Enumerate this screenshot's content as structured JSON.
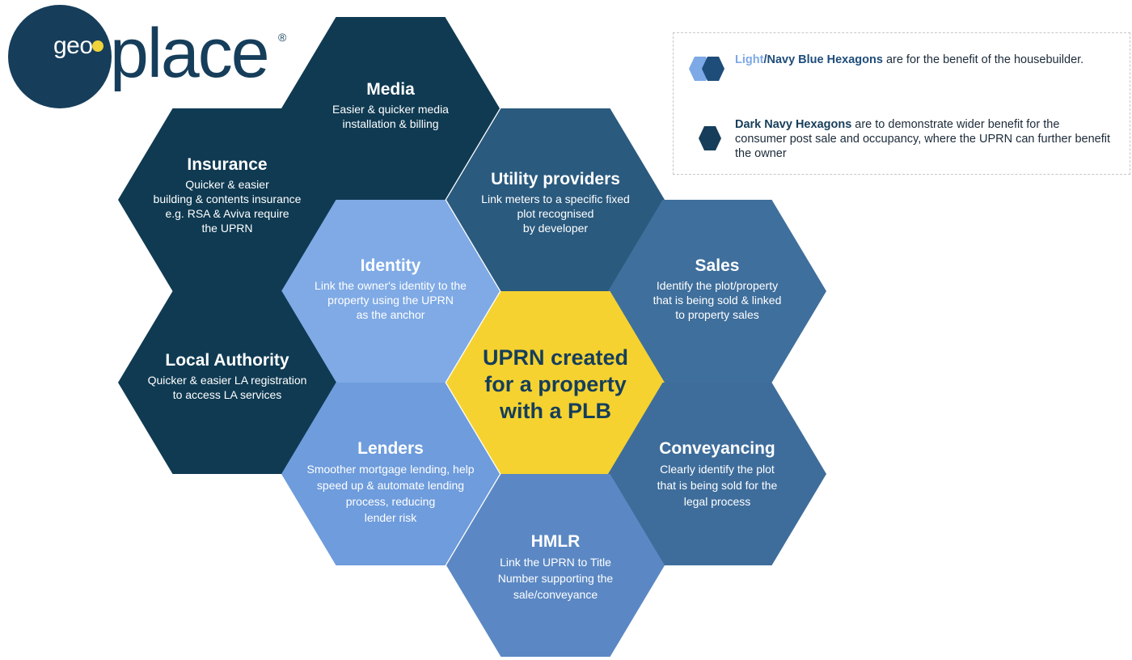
{
  "logo": {
    "geo": "geo",
    "place": "place",
    "reg": "®",
    "colors": {
      "navy": "#163e5b",
      "dot": "#f0d23a"
    }
  },
  "hexagons": [
    {
      "id": "media",
      "title": "Media",
      "desc": "Easier & quicker media\ninstallation & billing",
      "color": "#0f3a52"
    },
    {
      "id": "insurance",
      "title": "Insurance",
      "desc": "Quicker & easier\nbuilding & contents insurance\ne.g. RSA & Aviva require\nthe UPRN",
      "color": "#0f3a52"
    },
    {
      "id": "utility",
      "title": "Utility providers",
      "desc": "Link meters to a specific fixed\nplot recognised\nby developer",
      "color": "#2a5a7e"
    },
    {
      "id": "identity",
      "title": "Identity",
      "desc": "Link the owner's identity to the\nproperty using the UPRN\nas the anchor",
      "color": "#7faae5"
    },
    {
      "id": "sales",
      "title": "Sales",
      "desc": "Identify the plot/property\nthat is being sold & linked\nto property sales",
      "color": "#3f6f9c"
    },
    {
      "id": "local-authority",
      "title": "Local Authority",
      "desc": "Quicker & easier LA registration\nto access LA services",
      "color": "#0f3a52"
    },
    {
      "id": "uprn",
      "title": "UPRN created for a property with a PLB",
      "desc": "",
      "color": "#f5d22f"
    },
    {
      "id": "lenders",
      "title": "Lenders",
      "desc": "Smoother mortgage lending, help\nspeed up & automate lending\nprocess, reducing\nlender risk",
      "color": "#6e9cdc"
    },
    {
      "id": "conveyancing",
      "title": "Conveyancing",
      "desc": "Clearly identify the plot\nthat is being sold for the\nlegal process",
      "color": "#3e6d9b"
    },
    {
      "id": "hmlr",
      "title": "HMLR",
      "desc": "Link the UPRN to Title\nNumber supporting the\nsale/conveyance",
      "color": "#5b88c4"
    }
  ],
  "legend": {
    "row1": {
      "hl_light": "Light",
      "slash": "/",
      "hl_navy": "Navy Blue Hexagons",
      "text": " are for the benefit of the housebuilder."
    },
    "row2": {
      "hl_dark": "Dark Navy Hexagons",
      "text": " are to demonstrate wider benefit for the consumer post sale and occupancy, where the UPRN can further benefit the owner"
    },
    "colors": {
      "light": "#7da9e6",
      "navy": "#1f4d7a",
      "dark": "#163e5b"
    }
  }
}
